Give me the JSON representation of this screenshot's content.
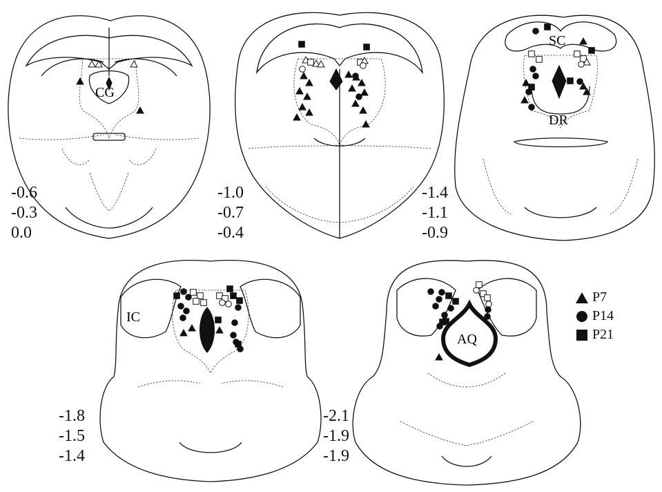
{
  "panels": [
    {
      "id": "p1",
      "region_label": "CG",
      "coords": [
        "-0.6",
        "-0.3",
        "0.0"
      ]
    },
    {
      "id": "p2",
      "region_label": "",
      "coords": [
        "-1.0",
        "-0.7",
        "-0.4"
      ]
    },
    {
      "id": "p3",
      "region_labels": [
        "SC",
        "DR"
      ],
      "coords": [
        "-1.4",
        "-1.1",
        "-0.9"
      ]
    },
    {
      "id": "p4",
      "region_label": "IC",
      "coords": [
        "-1.8",
        "-1.5",
        "-1.4"
      ]
    },
    {
      "id": "p5",
      "region_label": "AQ",
      "coords": [
        "-2.1",
        "-1.9",
        "-1.9"
      ]
    }
  ],
  "legend": {
    "items": [
      {
        "marker": "triangle",
        "label": "P7"
      },
      {
        "marker": "circle",
        "label": "P14"
      },
      {
        "marker": "square",
        "label": "P21"
      }
    ]
  },
  "colors": {
    "ink": "#111111",
    "background": "#ffffff"
  }
}
